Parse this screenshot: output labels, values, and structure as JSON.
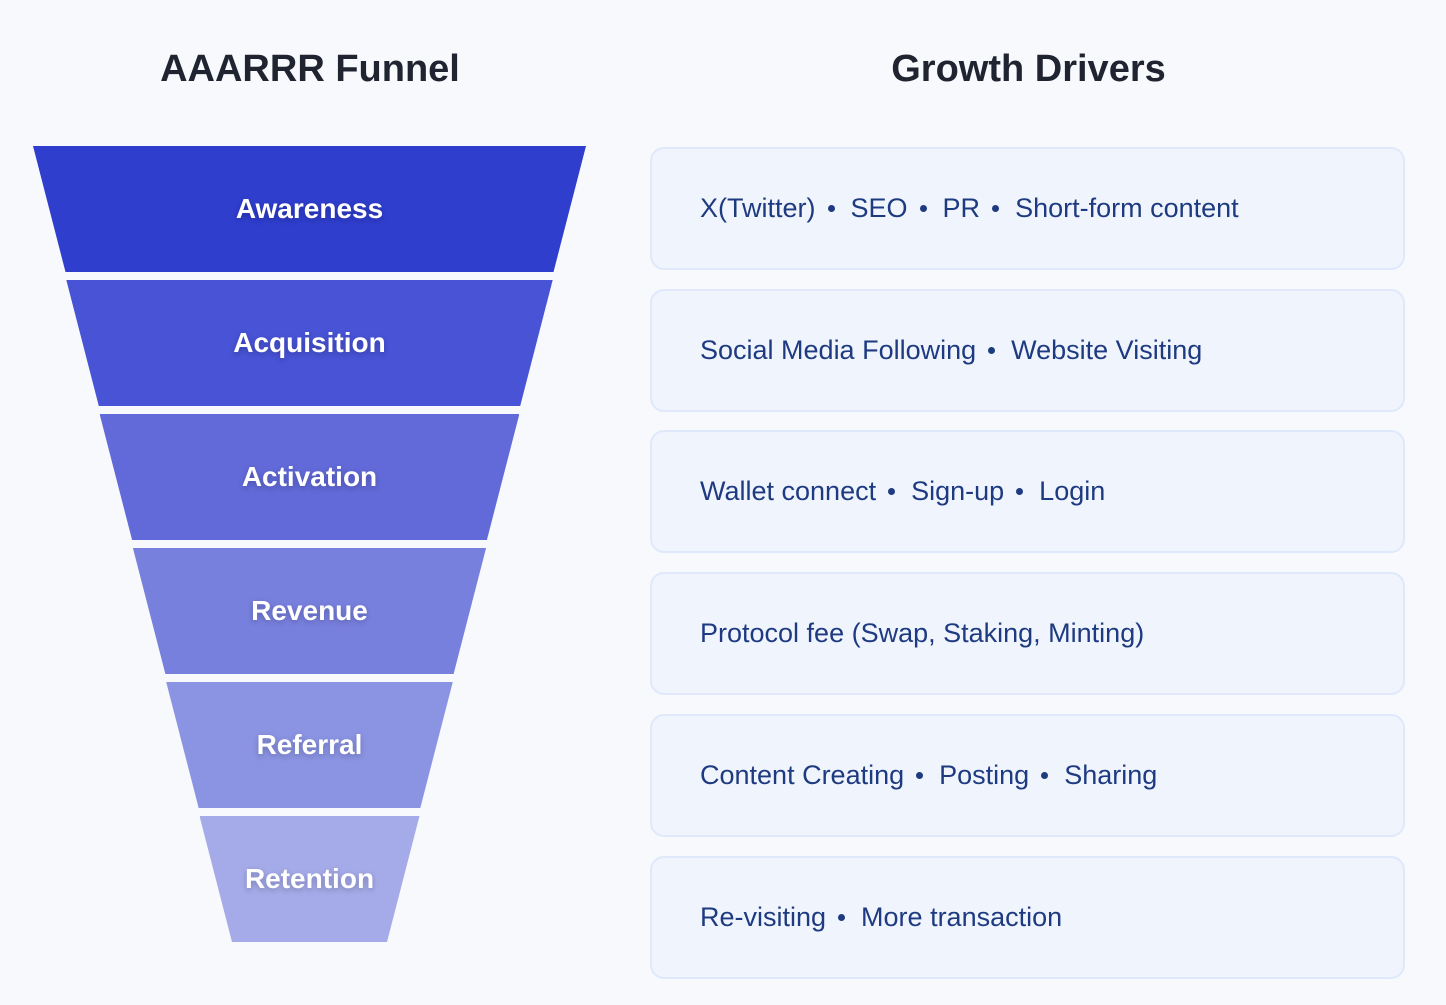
{
  "funnel": {
    "title": "AAARRR Funnel",
    "stages": [
      {
        "label": "Awareness",
        "color": "#2f3ecd"
      },
      {
        "label": "Acquisition",
        "color": "#4853d6"
      },
      {
        "label": "Activation",
        "color": "#626ad9"
      },
      {
        "label": "Revenue",
        "color": "#7880de"
      },
      {
        "label": "Referral",
        "color": "#8b94e2"
      },
      {
        "label": "Retention",
        "color": "#a5abe8"
      }
    ]
  },
  "drivers": {
    "title": "Growth Drivers",
    "rows": [
      [
        "X(Twitter)",
        "SEO",
        "PR",
        "Short-form content"
      ],
      [
        "Social Media Following",
        "Website Visiting"
      ],
      [
        "Wallet connect",
        "Sign-up",
        "Login"
      ],
      [
        "Protocol fee (Swap, Staking, Minting)"
      ],
      [
        "Content Creating",
        "Posting",
        "Sharing"
      ],
      [
        "Re-visiting",
        "More transaction"
      ]
    ]
  }
}
